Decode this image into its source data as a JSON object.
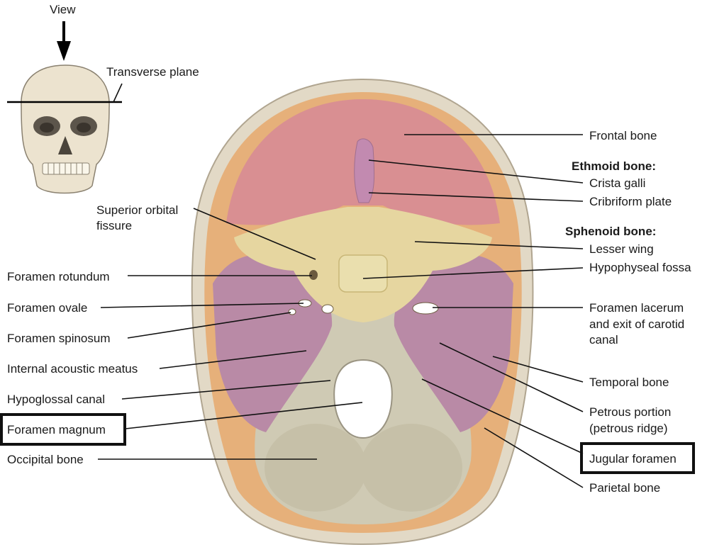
{
  "inset": {
    "view_label": "View",
    "plane_label": "Transverse plane"
  },
  "labels": {
    "frontal_bone": "Frontal bone",
    "ethmoid_header": "Ethmoid bone:",
    "crista_galli": "Crista galli",
    "cribriform_plate": "Cribriform plate",
    "sphenoid_header": "Sphenoid bone:",
    "lesser_wing": "Lesser wing",
    "hypophyseal_fossa": "Hypophyseal fossa",
    "foramen_lacerum_1": "Foramen lacerum",
    "foramen_lacerum_2": "and exit of carotid",
    "foramen_lacerum_3": "canal",
    "temporal_bone": "Temporal bone",
    "petrous_1": "Petrous portion",
    "petrous_2": "(petrous ridge)",
    "jugular_foramen": "Jugular foramen",
    "parietal_bone": "Parietal bone",
    "superior_orbital_1": "Superior orbital",
    "superior_orbital_2": "fissure",
    "foramen_rotundum": "Foramen rotundum",
    "foramen_ovale": "Foramen ovale",
    "foramen_spinosum": "Foramen spinosum",
    "internal_acoustic": "Internal acoustic meatus",
    "hypoglossal_canal": "Hypoglossal canal",
    "foramen_magnum": "Foramen magnum",
    "occipital_bone": "Occipital bone"
  },
  "colors": {
    "outer_bone": "#e2d9c6",
    "frontal": "#d98f92",
    "sphenoid": "#e6d6a0",
    "temporal": "#b98aa6",
    "parietal": "#e6b07a",
    "occipital": "#cfcab4",
    "crista": "#c28ab0"
  },
  "highlighted": [
    "Foramen magnum",
    "Jugular foramen"
  ]
}
